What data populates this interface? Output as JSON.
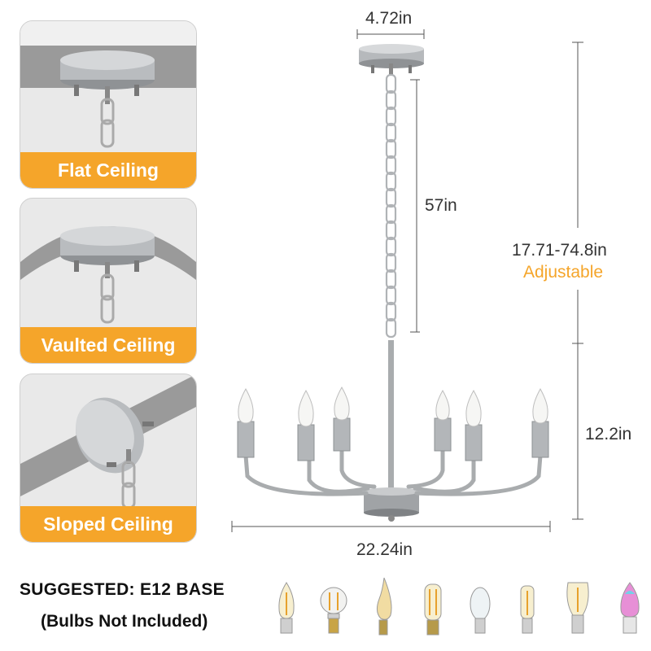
{
  "panels": [
    {
      "label": "Flat Ceiling"
    },
    {
      "label": "Vaulted Ceiling"
    },
    {
      "label": "Sloped Ceiling"
    }
  ],
  "dimensions": {
    "canopy_width": "4.72in",
    "chain_length": "57in",
    "total_height": "17.71-74.8in",
    "adjustable": "Adjustable",
    "body_height": "12.2in",
    "width": "22.24in"
  },
  "footer": {
    "suggested": "SUGGESTED: E12 BASE",
    "note": "(Bulbs Not Included)"
  },
  "colors": {
    "accent": "#f5a52a",
    "metal": "#a9acae",
    "panel_bg": "#e9e9e9"
  }
}
